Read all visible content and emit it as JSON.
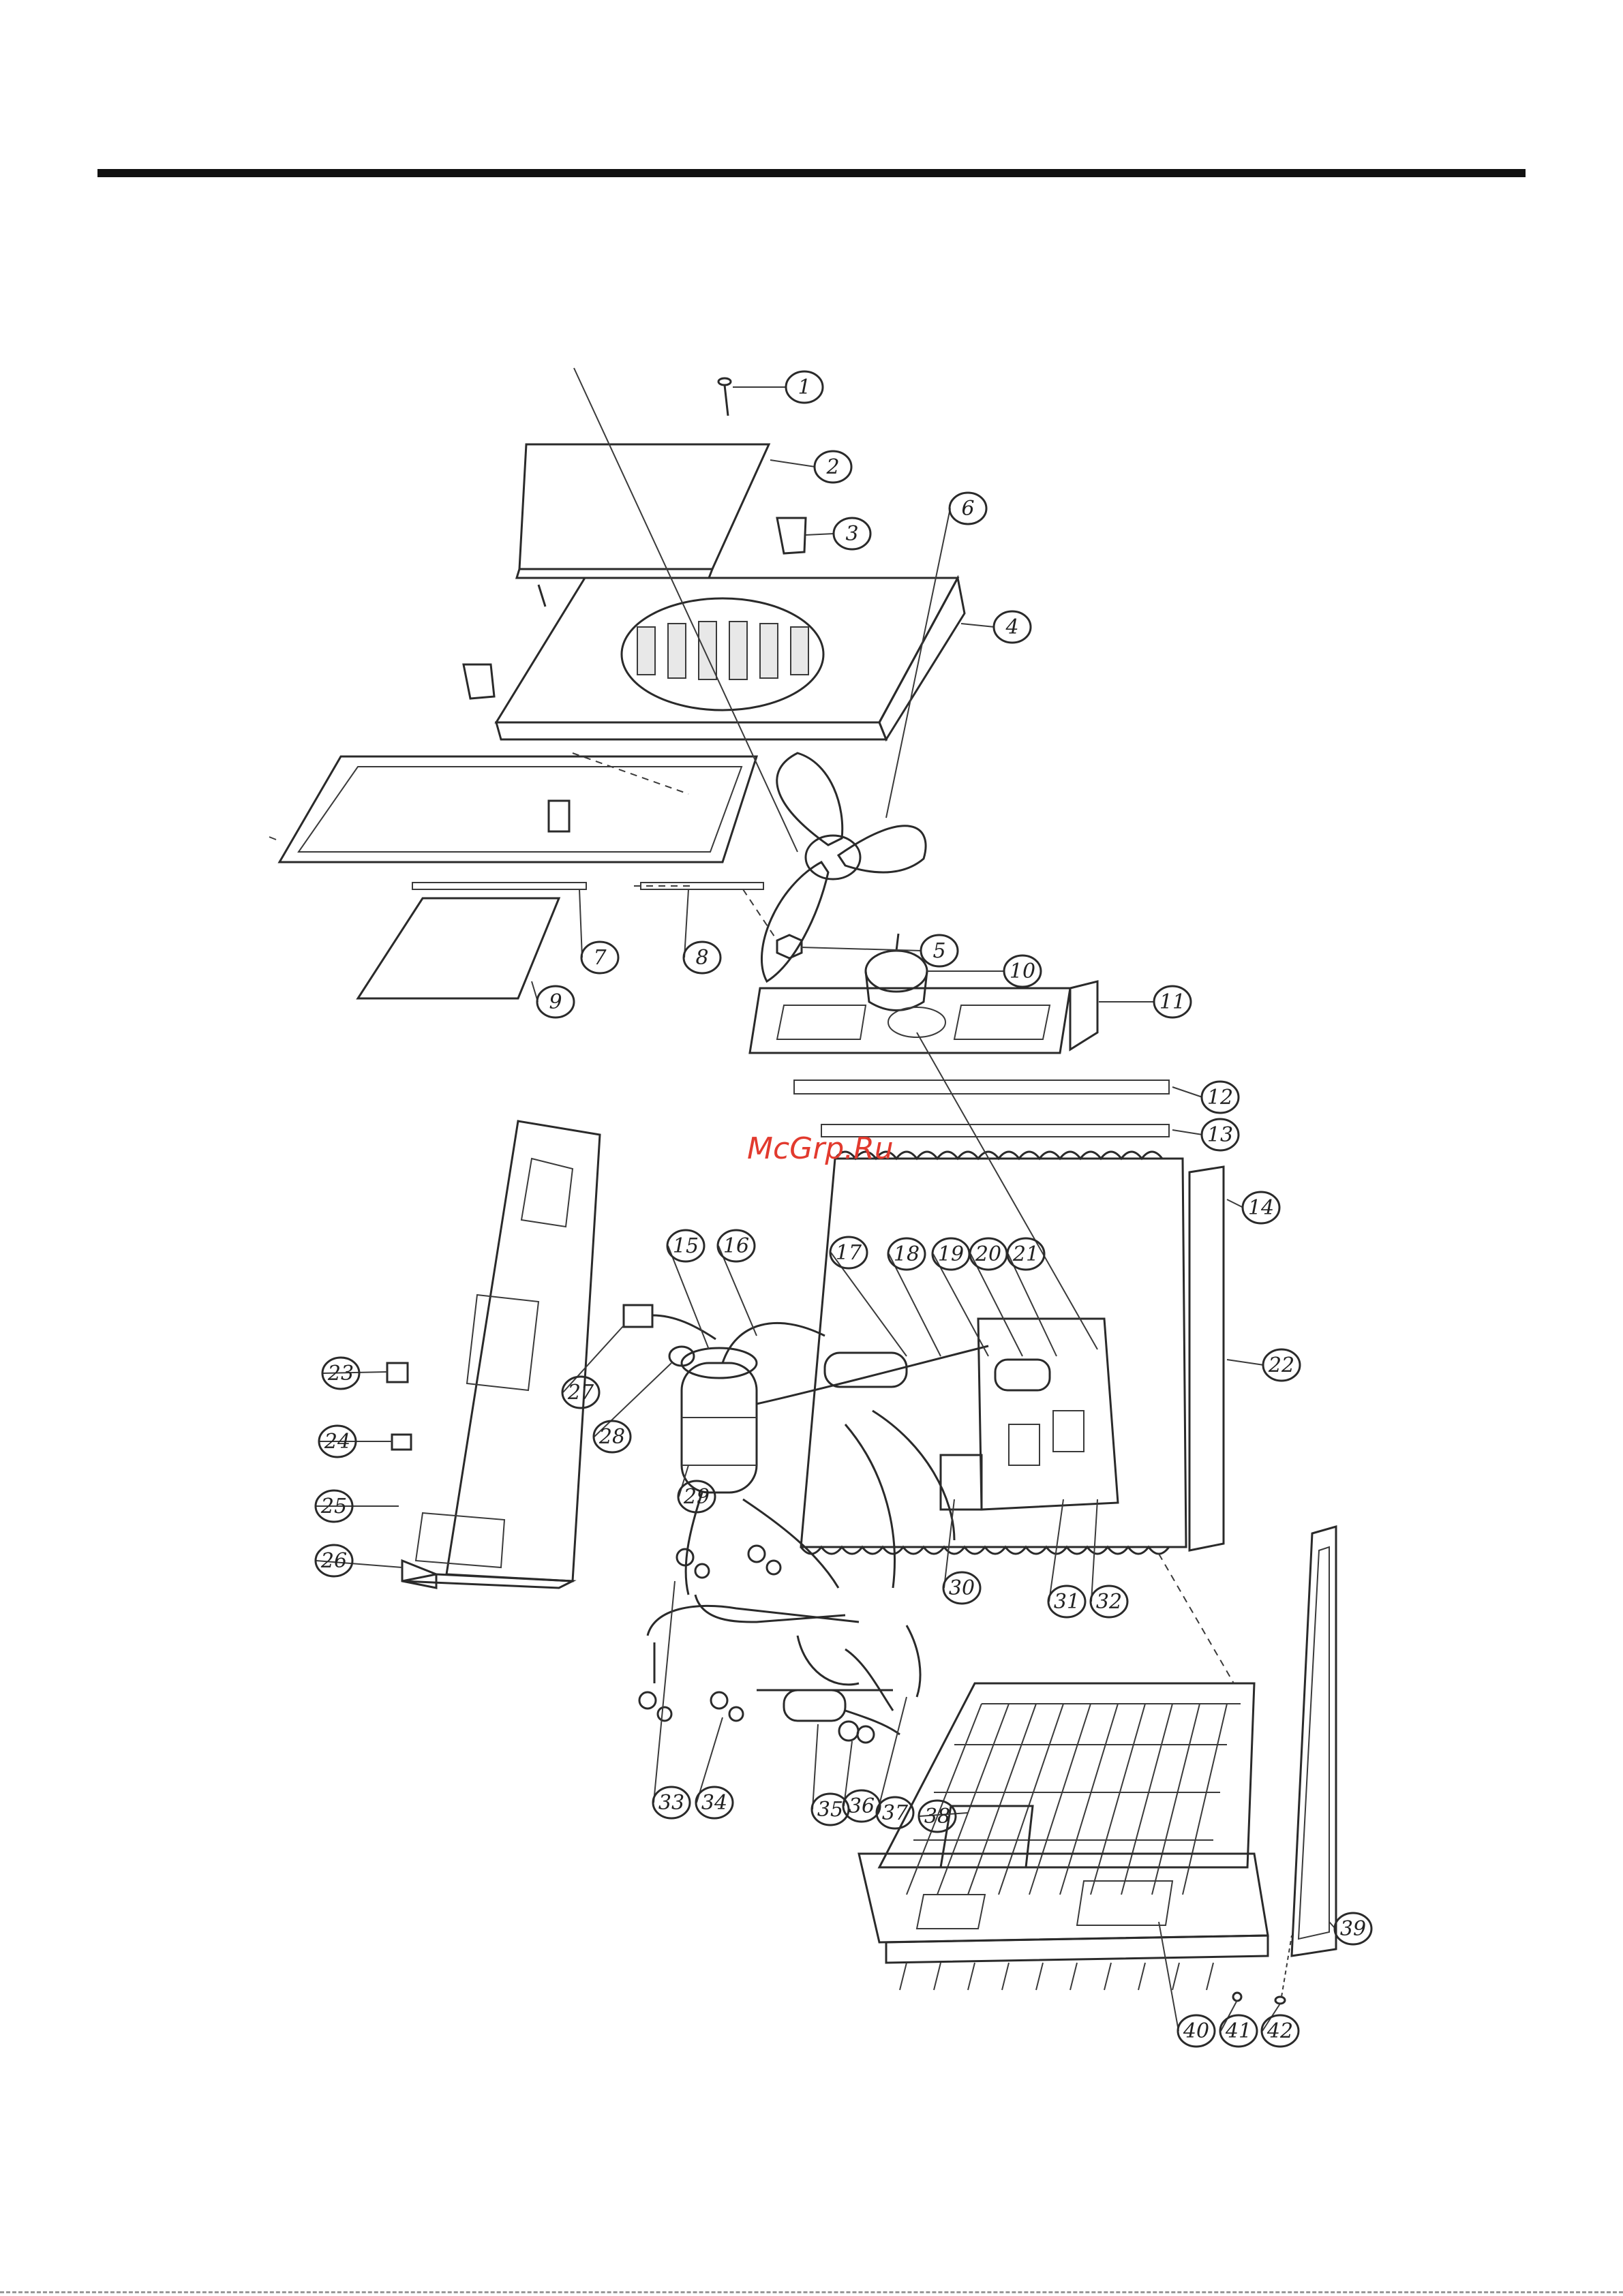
{
  "watermark": {
    "text": "McGrp.Ru"
  },
  "colors": {
    "ink": "#2a2a2a",
    "watermark": "#e23a2e",
    "speckle_fill": "#e3e3e3"
  },
  "callouts": [
    {
      "id": "1",
      "label": "1"
    },
    {
      "id": "2",
      "label": "2"
    },
    {
      "id": "3",
      "label": "3"
    },
    {
      "id": "4",
      "label": "4"
    },
    {
      "id": "5",
      "label": "5"
    },
    {
      "id": "6",
      "label": "6"
    },
    {
      "id": "7",
      "label": "7"
    },
    {
      "id": "8",
      "label": "8"
    },
    {
      "id": "9",
      "label": "9"
    },
    {
      "id": "10",
      "label": "10"
    },
    {
      "id": "11",
      "label": "11"
    },
    {
      "id": "12",
      "label": "12"
    },
    {
      "id": "13",
      "label": "13"
    },
    {
      "id": "14",
      "label": "14"
    },
    {
      "id": "15",
      "label": "15"
    },
    {
      "id": "16",
      "label": "16"
    },
    {
      "id": "17",
      "label": "17"
    },
    {
      "id": "18",
      "label": "18"
    },
    {
      "id": "19",
      "label": "19"
    },
    {
      "id": "20",
      "label": "20"
    },
    {
      "id": "21",
      "label": "21"
    },
    {
      "id": "22",
      "label": "22"
    },
    {
      "id": "23",
      "label": "23"
    },
    {
      "id": "24",
      "label": "24"
    },
    {
      "id": "25",
      "label": "25"
    },
    {
      "id": "26",
      "label": "26"
    },
    {
      "id": "27",
      "label": "27"
    },
    {
      "id": "28",
      "label": "28"
    },
    {
      "id": "29",
      "label": "29"
    },
    {
      "id": "30",
      "label": "30"
    },
    {
      "id": "31",
      "label": "31"
    },
    {
      "id": "32",
      "label": "32"
    },
    {
      "id": "33",
      "label": "33"
    },
    {
      "id": "34",
      "label": "34"
    },
    {
      "id": "35",
      "label": "35"
    },
    {
      "id": "36",
      "label": "36"
    },
    {
      "id": "37",
      "label": "37"
    },
    {
      "id": "38",
      "label": "38"
    },
    {
      "id": "39",
      "label": "39"
    },
    {
      "id": "40",
      "label": "40"
    },
    {
      "id": "41",
      "label": "41"
    },
    {
      "id": "42",
      "label": "42"
    }
  ]
}
